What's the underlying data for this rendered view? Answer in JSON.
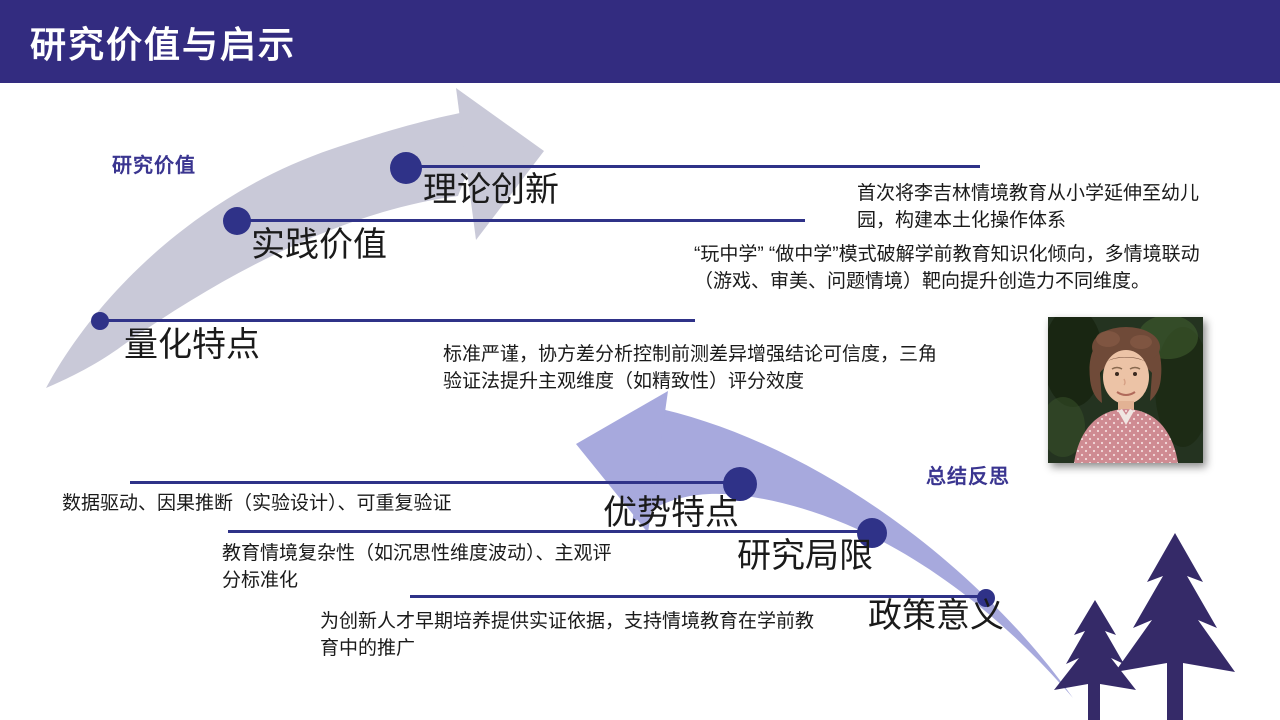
{
  "header": {
    "title": "研究价值与启示"
  },
  "section_labels": {
    "value": "研究价值",
    "reflection": "总结反思"
  },
  "milestones": [
    {
      "label": "理论创新",
      "desc": "首次将李吉林情境教育从小学延伸至幼儿园，构建本土化操作体系"
    },
    {
      "label": "实践价值",
      "desc": "“玩中学” “做中学”模式破解学前教育知识化倾向，多情境联动（游戏、审美、问题情境）靶向提升创造力不同维度。"
    },
    {
      "label": "量化特点",
      "desc": "标准严谨，协方差分析控制前测差异增强结论可信度，三角验证法提升主观维度（如精致性）评分效度"
    },
    {
      "label": "优势特点",
      "desc": "数据驱动、因果推断（实验设计）、可重复验证"
    },
    {
      "label": "研究局限",
      "desc": "教育情境复杂性（如沉思性维度波动）、主观评分标准化"
    },
    {
      "label": "政策意义",
      "desc": "为创新人才早期培养提供实证依据，支持情境教育在学前教育中的推广"
    }
  ],
  "graphics": {
    "up_arrow": "curved-swoosh-arrow-ascending",
    "down_arrow": "curved-swoosh-arrow-descending",
    "trees": "pine-trees-silhouette",
    "photo": "elderly-woman-portrait-photo"
  },
  "colors": {
    "header_bg": "#332c80",
    "accent": "#2f3288",
    "arrow_gray": "#c9c9d8",
    "arrow_purple": "#a7a9dd",
    "tree": "#352a68",
    "label_purple": "#3a3590",
    "text": "#1a1a1a"
  }
}
